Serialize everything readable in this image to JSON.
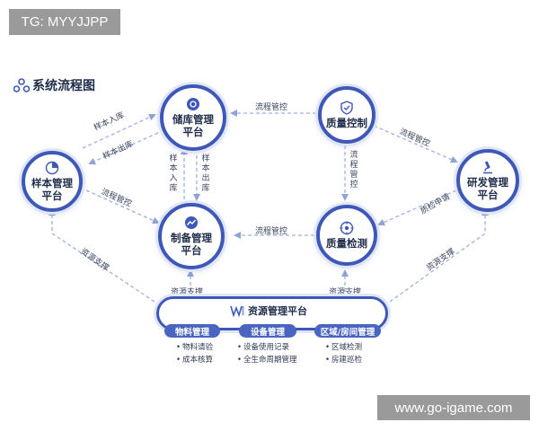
{
  "watermark_top": "TG: MYYJJPP",
  "watermark_bottom": "www.go-igame.com",
  "title": "系统流程图",
  "nodes": {
    "sample": "样本管理\n平台",
    "storage": "储库管理\n平台",
    "quality_control": "质量控制",
    "rnd": "研发管理\n平台",
    "prep": "制备管理\n平台",
    "quality_test": "质量检测"
  },
  "edges": {
    "sample_in": "样本入库",
    "sample_out": "样本出库",
    "flow_sample_prep": "流程管控",
    "flow_qc_storage": "流程管控",
    "flow_qc_rnd": "流程管控",
    "flow_qt_prep": "流程管控",
    "qc_qt_vertical": "流程管控",
    "storage_prep_in": "样本入库",
    "storage_prep_out": "样本出库",
    "rnd_qt": "质检申请",
    "resource_left": "资源支撑",
    "resource_right": "资源支撑",
    "resource_prep": "资源支撑",
    "resource_qt": "资源支撑"
  },
  "platform": {
    "title": "资源管理平台",
    "groups": [
      {
        "label": "物料管理",
        "items": [
          "物料请验",
          "成本核算"
        ]
      },
      {
        "label": "设备管理",
        "items": [
          "设备使用记录",
          "全生命周期管理"
        ]
      },
      {
        "label": "区域/房间管理",
        "items": [
          "区域检测",
          "房建巡检"
        ]
      }
    ]
  },
  "colors": {
    "ring": "#3f58b8",
    "pill": "#4a64c2",
    "arrow": "#9fb2de",
    "text": "#1f2d4a"
  },
  "icons": {
    "title": "flow-nodes-icon",
    "storage": "storage-box-icon",
    "quality_control": "shield-check-icon",
    "rnd": "microscope-icon",
    "prep": "trend-line-icon",
    "quality_test": "target-icon",
    "sample": "pie-chart-icon",
    "platform": "resource-logo-icon"
  }
}
